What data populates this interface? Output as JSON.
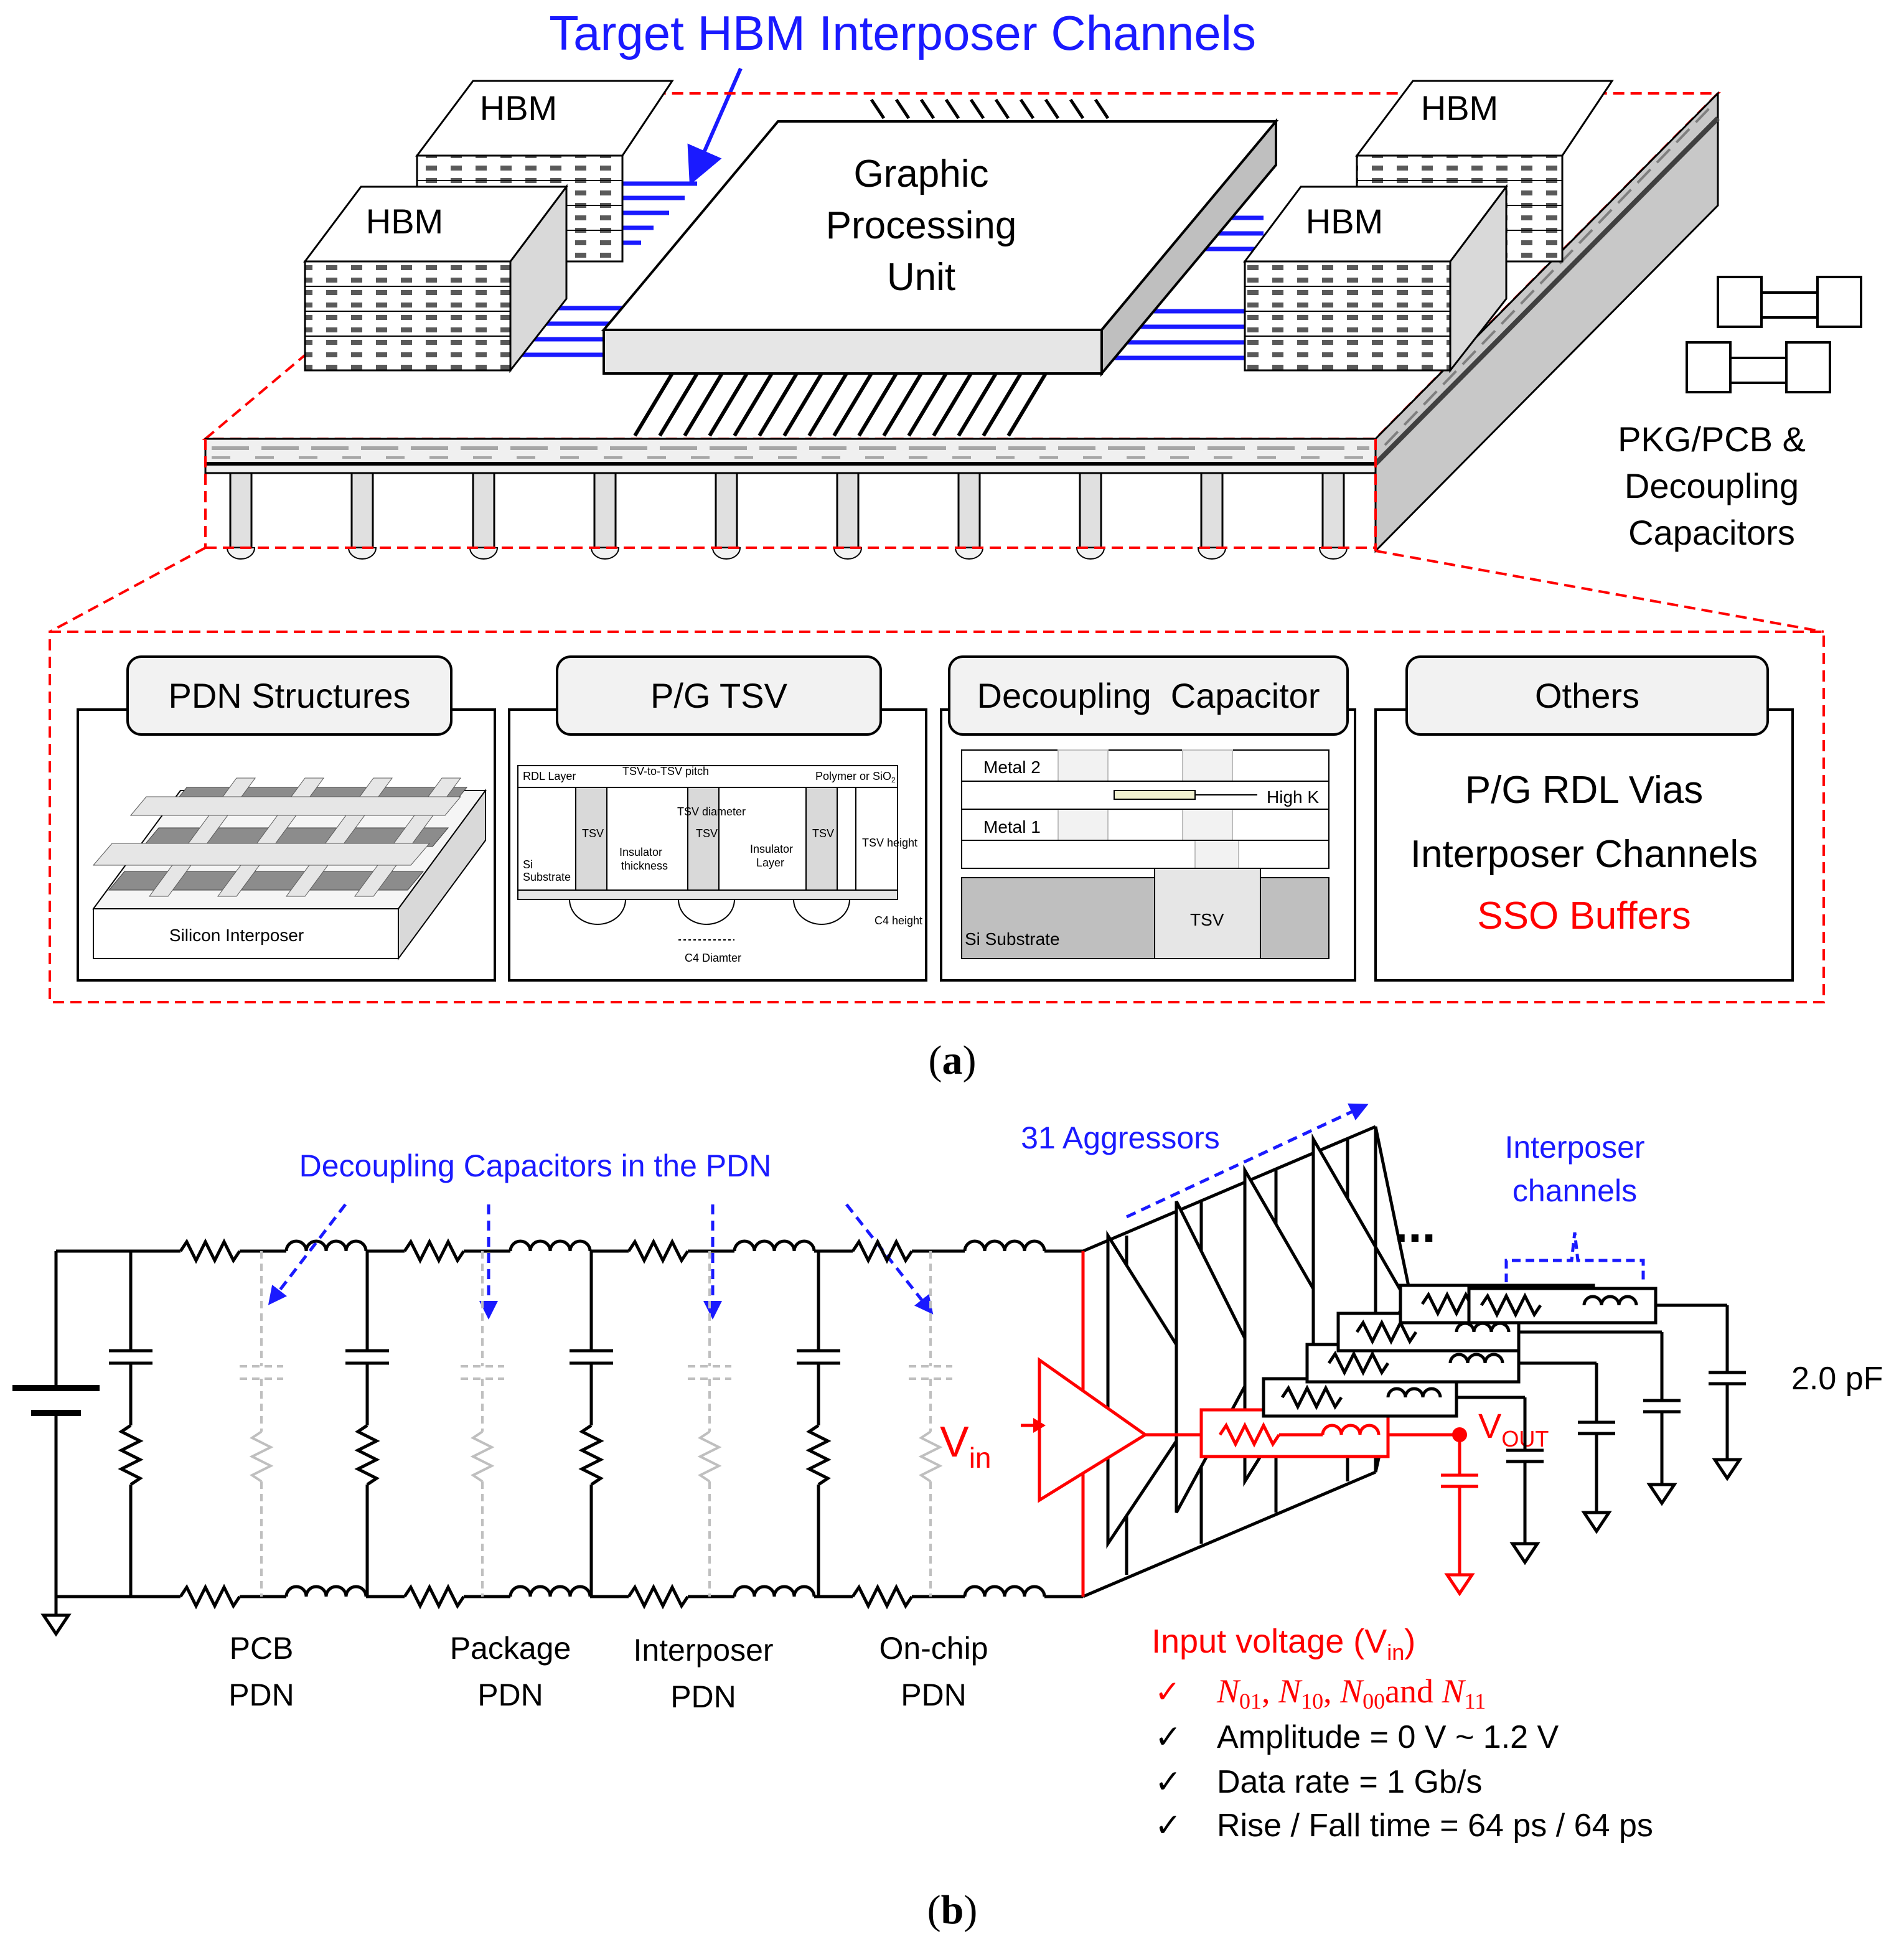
{
  "part_a": {
    "target_channels_label": "Target HBM Interposer Channels",
    "hbm_label": "HBM",
    "gpu_label_lines": [
      "Graphic",
      "Processing",
      "Unit"
    ],
    "pkg_label_lines": [
      "PKG/PCB &",
      "Decoupling",
      "Capacitors"
    ],
    "panels": {
      "pdn": {
        "title": "PDN Structures",
        "interposer_label": "Silicon Interposer"
      },
      "tsv": {
        "title": "P/G TSV",
        "rdl_layer": "RDL Layer",
        "pitch": "TSV-to-TSV pitch",
        "polymer": "Polymer or SiO",
        "polymer_sub": "2",
        "tsv": "TSV",
        "tsv_diameter": "TSV diameter",
        "insulator_thickness_lines": [
          "Insulator",
          "thickness"
        ],
        "insulator_layer_lines": [
          "Insulator",
          "Layer"
        ],
        "tsv_height": "TSV height",
        "si_substrate_lines": [
          "Si",
          "Substrate"
        ],
        "c4_height": "C4 height",
        "c4_diameter": "C4 Diamter"
      },
      "decap": {
        "title": "Decoupling  Capacitor",
        "metal2": "Metal 2",
        "metal1": "Metal 1",
        "high_k": "High K",
        "si_substrate": "Si Substrate",
        "tsv": "TSV"
      },
      "others": {
        "title": "Others",
        "line1": "P/G RDL Vias",
        "line2": "Interposer Channels",
        "line3": "SSO Buffers"
      }
    },
    "caption": "a"
  },
  "part_b": {
    "decap_label": "Decoupling Capacitors in the PDN",
    "aggressors_label": "31 Aggressors",
    "interposer_channels_lines": [
      "Interposer",
      "channels"
    ],
    "pdn_labels": [
      [
        "PCB",
        "PDN"
      ],
      [
        "Package",
        "PDN"
      ],
      [
        "Interposer",
        "PDN"
      ],
      [
        "On-chip",
        "PDN"
      ]
    ],
    "vin_main": "V",
    "vin_sub": "in",
    "vout_main": "V",
    "vout_sub": "OUT",
    "cap_value": "2.0 pF",
    "input_voltage_main": "Input voltage (V",
    "input_voltage_sub": "in",
    "input_voltage_close": ")",
    "patterns": [
      {
        "base": "N",
        "sub": "01",
        "after": ", "
      },
      {
        "base": "N",
        "sub": "10",
        "after": ", "
      },
      {
        "base": "N",
        "sub": "00",
        "after": "and "
      },
      {
        "base": "N",
        "sub": "11",
        "after": ""
      }
    ],
    "check_mark": "✓",
    "spec_lines": [
      "Amplitude = 0 V ~ 1.2 V",
      "Data rate = 1 Gb/s",
      "Rise / Fall time = 64 ps / 64 ps"
    ],
    "caption": "b"
  },
  "colors": {
    "blue": "#1a1aff",
    "red": "#ff0000",
    "black": "#000000",
    "light_gray": "#e6e6e6",
    "mid_gray": "#bfbfbf",
    "dark_gray": "#808080",
    "dashed_gray": "#bfbfbf"
  }
}
